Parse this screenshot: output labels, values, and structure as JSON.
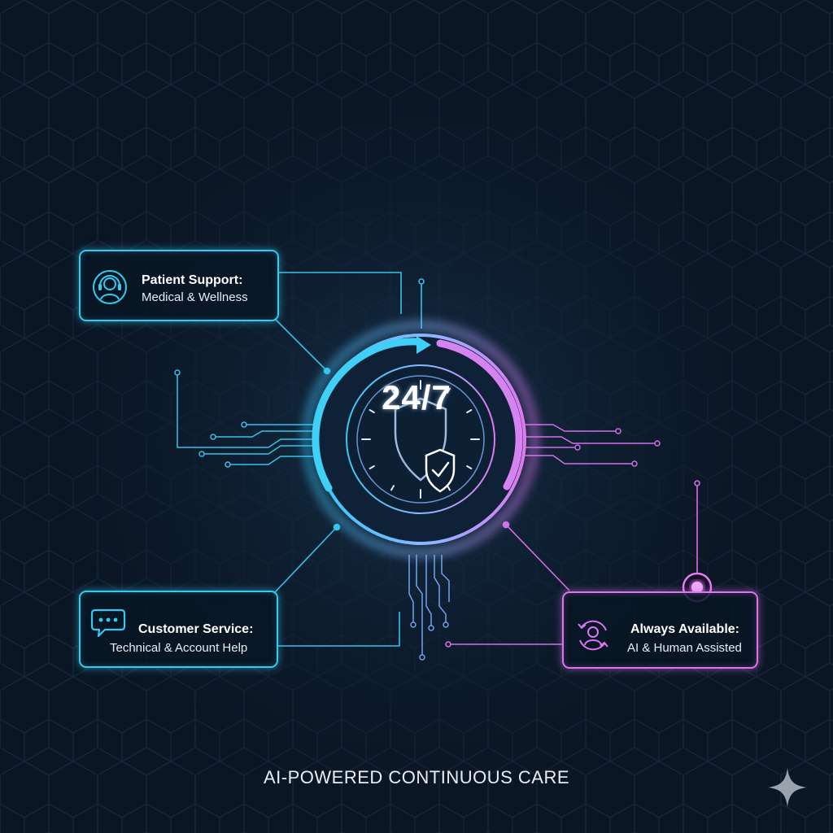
{
  "center": {
    "label": "24/7"
  },
  "cards": {
    "patient": {
      "title": "Patient Support:",
      "subtitle": "Medical & Wellness",
      "icon": "headset-agent-icon"
    },
    "customer": {
      "title": "Customer Service:",
      "subtitle": "Technical & Account Help",
      "icon": "chat-bubble-icon"
    },
    "always": {
      "title": "Always Available:",
      "subtitle": "AI & Human Assisted",
      "icon": "user-cycle-icon"
    }
  },
  "footer": {
    "caption": "AI-POWERED CONTINUOUS CARE"
  },
  "colors": {
    "background": "#0b1624",
    "cyan": "#34c9f0",
    "magenta": "#d875ef"
  },
  "icons": [
    "shield-check-icon",
    "sparkle-icon"
  ]
}
